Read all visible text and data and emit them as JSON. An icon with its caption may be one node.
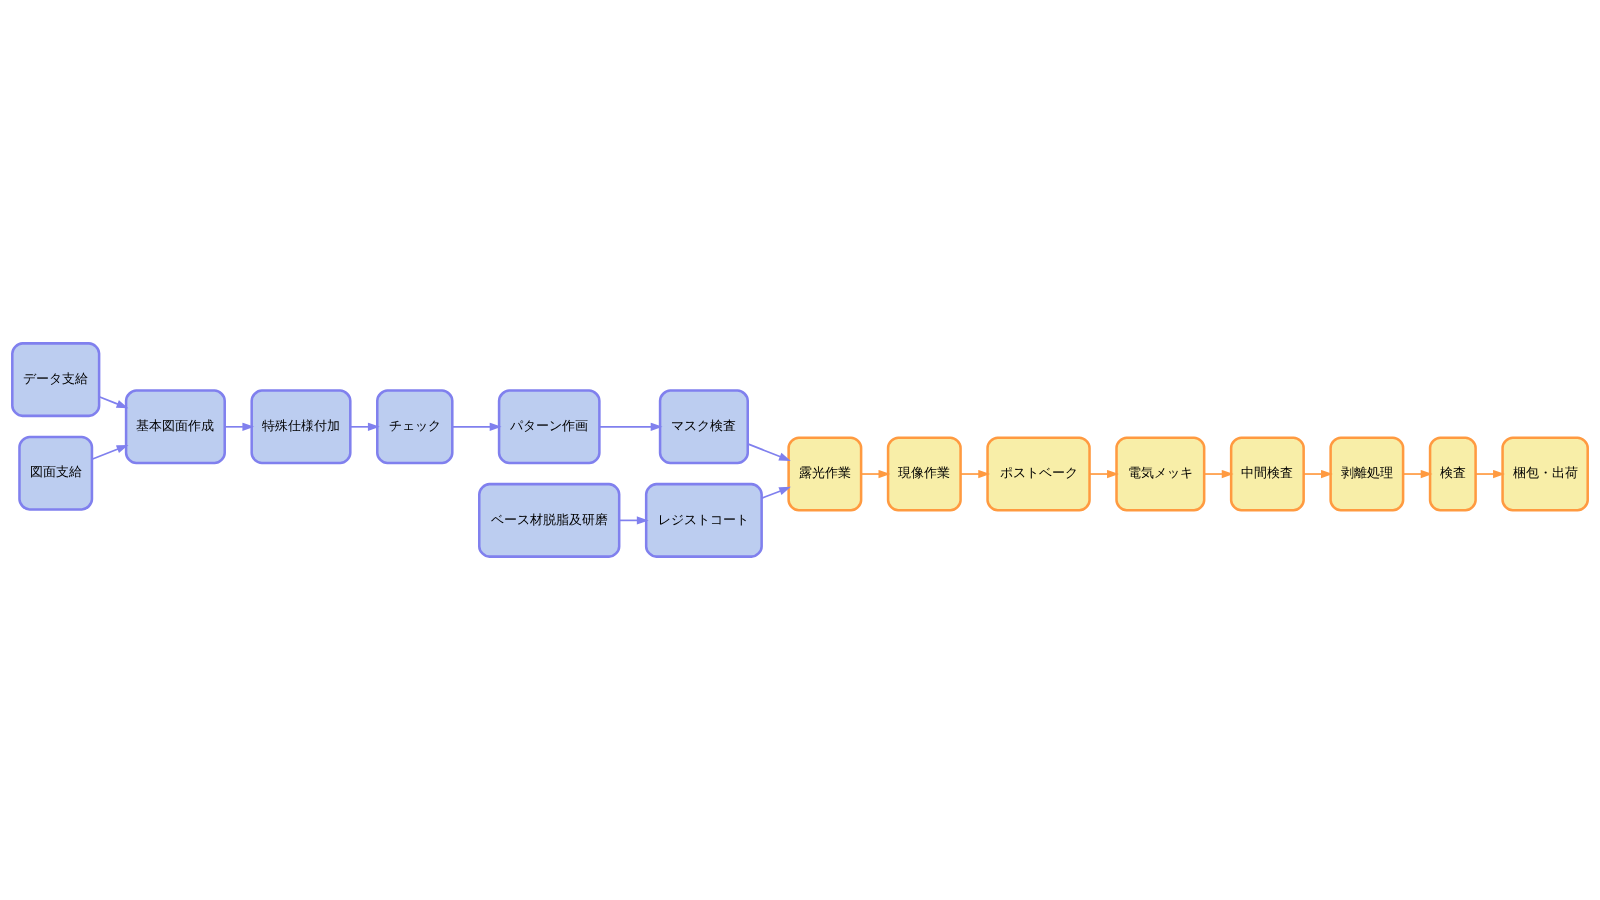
{
  "diagram": {
    "nodes": [
      {
        "text": [
          "データ支給"
        ]
      },
      {
        "text": [
          "図面支給"
        ]
      },
      {
        "text": [
          "基本図面作成"
        ]
      },
      {
        "text": [
          "特殊仕様付加"
        ]
      },
      {
        "text": [
          "チェック"
        ]
      },
      {
        "text": [
          "ベース材脱脂及研磨"
        ]
      },
      {
        "text": [
          "パターン作画"
        ]
      },
      {
        "text": [
          "レジストコート"
        ]
      },
      {
        "text": [
          "マスク検査"
        ]
      },
      {
        "text": [
          "露光作業"
        ]
      },
      {
        "text": [
          "現像作業"
        ]
      },
      {
        "text": [
          "ポストベーク"
        ]
      },
      {
        "text": [
          "電気メッキ"
        ]
      },
      {
        "text": [
          "中間検査"
        ]
      },
      {
        "text": [
          "剥離処理"
        ]
      },
      {
        "text": [
          "検査"
        ]
      },
      {
        "text": [
          "梱包・出荷"
        ]
      }
    ],
    "edges": [
      {
        "from": 0,
        "to": 2,
        "arrow": "to"
      },
      {
        "from": 1,
        "to": 2,
        "arrow": "to"
      },
      {
        "from": 2,
        "to": 3,
        "arrow": "to"
      },
      {
        "from": 3,
        "to": 4,
        "arrow": "to"
      },
      {
        "from": 4,
        "to": 6,
        "arrow": "to"
      },
      {
        "from": 5,
        "to": 7,
        "arrow": "to"
      },
      {
        "from": 6,
        "to": 8,
        "arrow": "to"
      },
      {
        "from": 7,
        "to": 9,
        "arrow": "to"
      },
      {
        "from": 8,
        "to": 9,
        "arrow": "to"
      },
      {
        "from": 9,
        "to": 10,
        "arrow": "to",
        "color": "#ff9a40"
      },
      {
        "from": 10,
        "to": 11,
        "arrow": "to",
        "color": "#ff9a40"
      },
      {
        "from": 11,
        "to": 12,
        "arrow": "to",
        "color": "#ff9a40"
      },
      {
        "from": 12,
        "to": 13,
        "arrow": "to",
        "color": "#ff9a40"
      },
      {
        "from": 13,
        "to": 14,
        "arrow": "to",
        "color": "#ff9a40"
      },
      {
        "from": 14,
        "to": 15,
        "arrow": "to",
        "color": "#ff9a40"
      },
      {
        "from": 15,
        "to": 16,
        "arrow": "to",
        "color": "#ff9a40"
      }
    ]
  }
}
